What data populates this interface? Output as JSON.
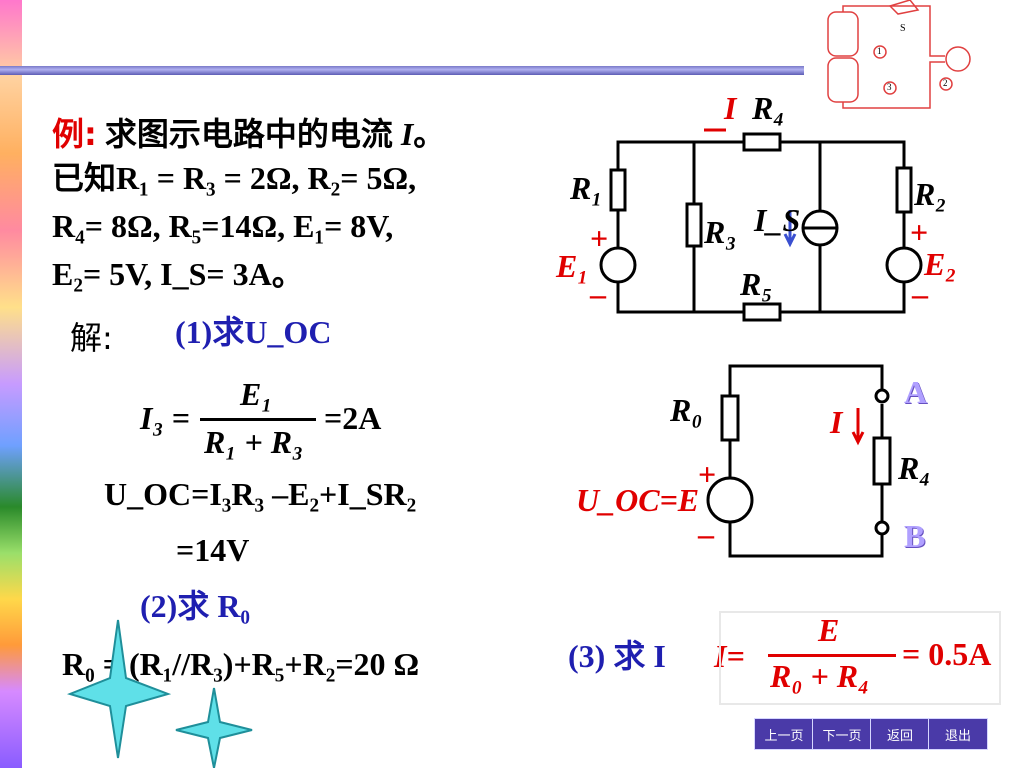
{
  "problem": {
    "label": "例:",
    "line1": "求图示电路中的电流",
    "line1_var": "I",
    "line1_end": "。",
    "line2": "已知R₁ = R₃ = 2Ω, R₂= 5Ω,",
    "line3": "R₄= 8Ω, R₅=14Ω, E₁= 8V,",
    "line4": "E₂= 5V, I_S= 3A。"
  },
  "solution": {
    "label": "解:",
    "step1": "(1)求U_OC",
    "i3_lhs": "I₃ =",
    "i3_num": "E₁",
    "i3_den": "R₁ + R₃",
    "i3_val": "=2A",
    "uoc_eq": "U_OC=I₃R₃ –E₂+I_SR₂",
    "uoc_val": "=14V",
    "step2": "(2)求 R₀",
    "r0_eq": "R₀ = (R₁//R₃)+R₅+R₂=20 Ω",
    "step3": "(3) 求 I",
    "i_lhs": "I=",
    "i_num": "E",
    "i_den": "R₀ + R₄",
    "i_val": "= 0.5A"
  },
  "circuit1": {
    "I": "I",
    "R4": "R₄",
    "R1": "R₁",
    "R2": "R₂",
    "R3": "R₃",
    "IS": "I_S",
    "E1": "E₁",
    "E2": "E₂",
    "R5": "R₅",
    "plus": "+",
    "minus": "–"
  },
  "circuit2": {
    "R0": "R₀",
    "I": "I",
    "R4": "R₄",
    "A": "A",
    "B": "B",
    "UOC": "U_OC=E",
    "plus": "+",
    "minus": "–"
  },
  "thumbnail": {
    "S": "S",
    "n1": "1",
    "n2": "2",
    "n3": "3"
  },
  "nav": {
    "prev": "上一页",
    "next": "下一页",
    "back": "返回",
    "exit": "退出"
  },
  "colors": {
    "red": "#e00000",
    "blue": "#1f1fb0",
    "nav": "#4a3aa8"
  }
}
